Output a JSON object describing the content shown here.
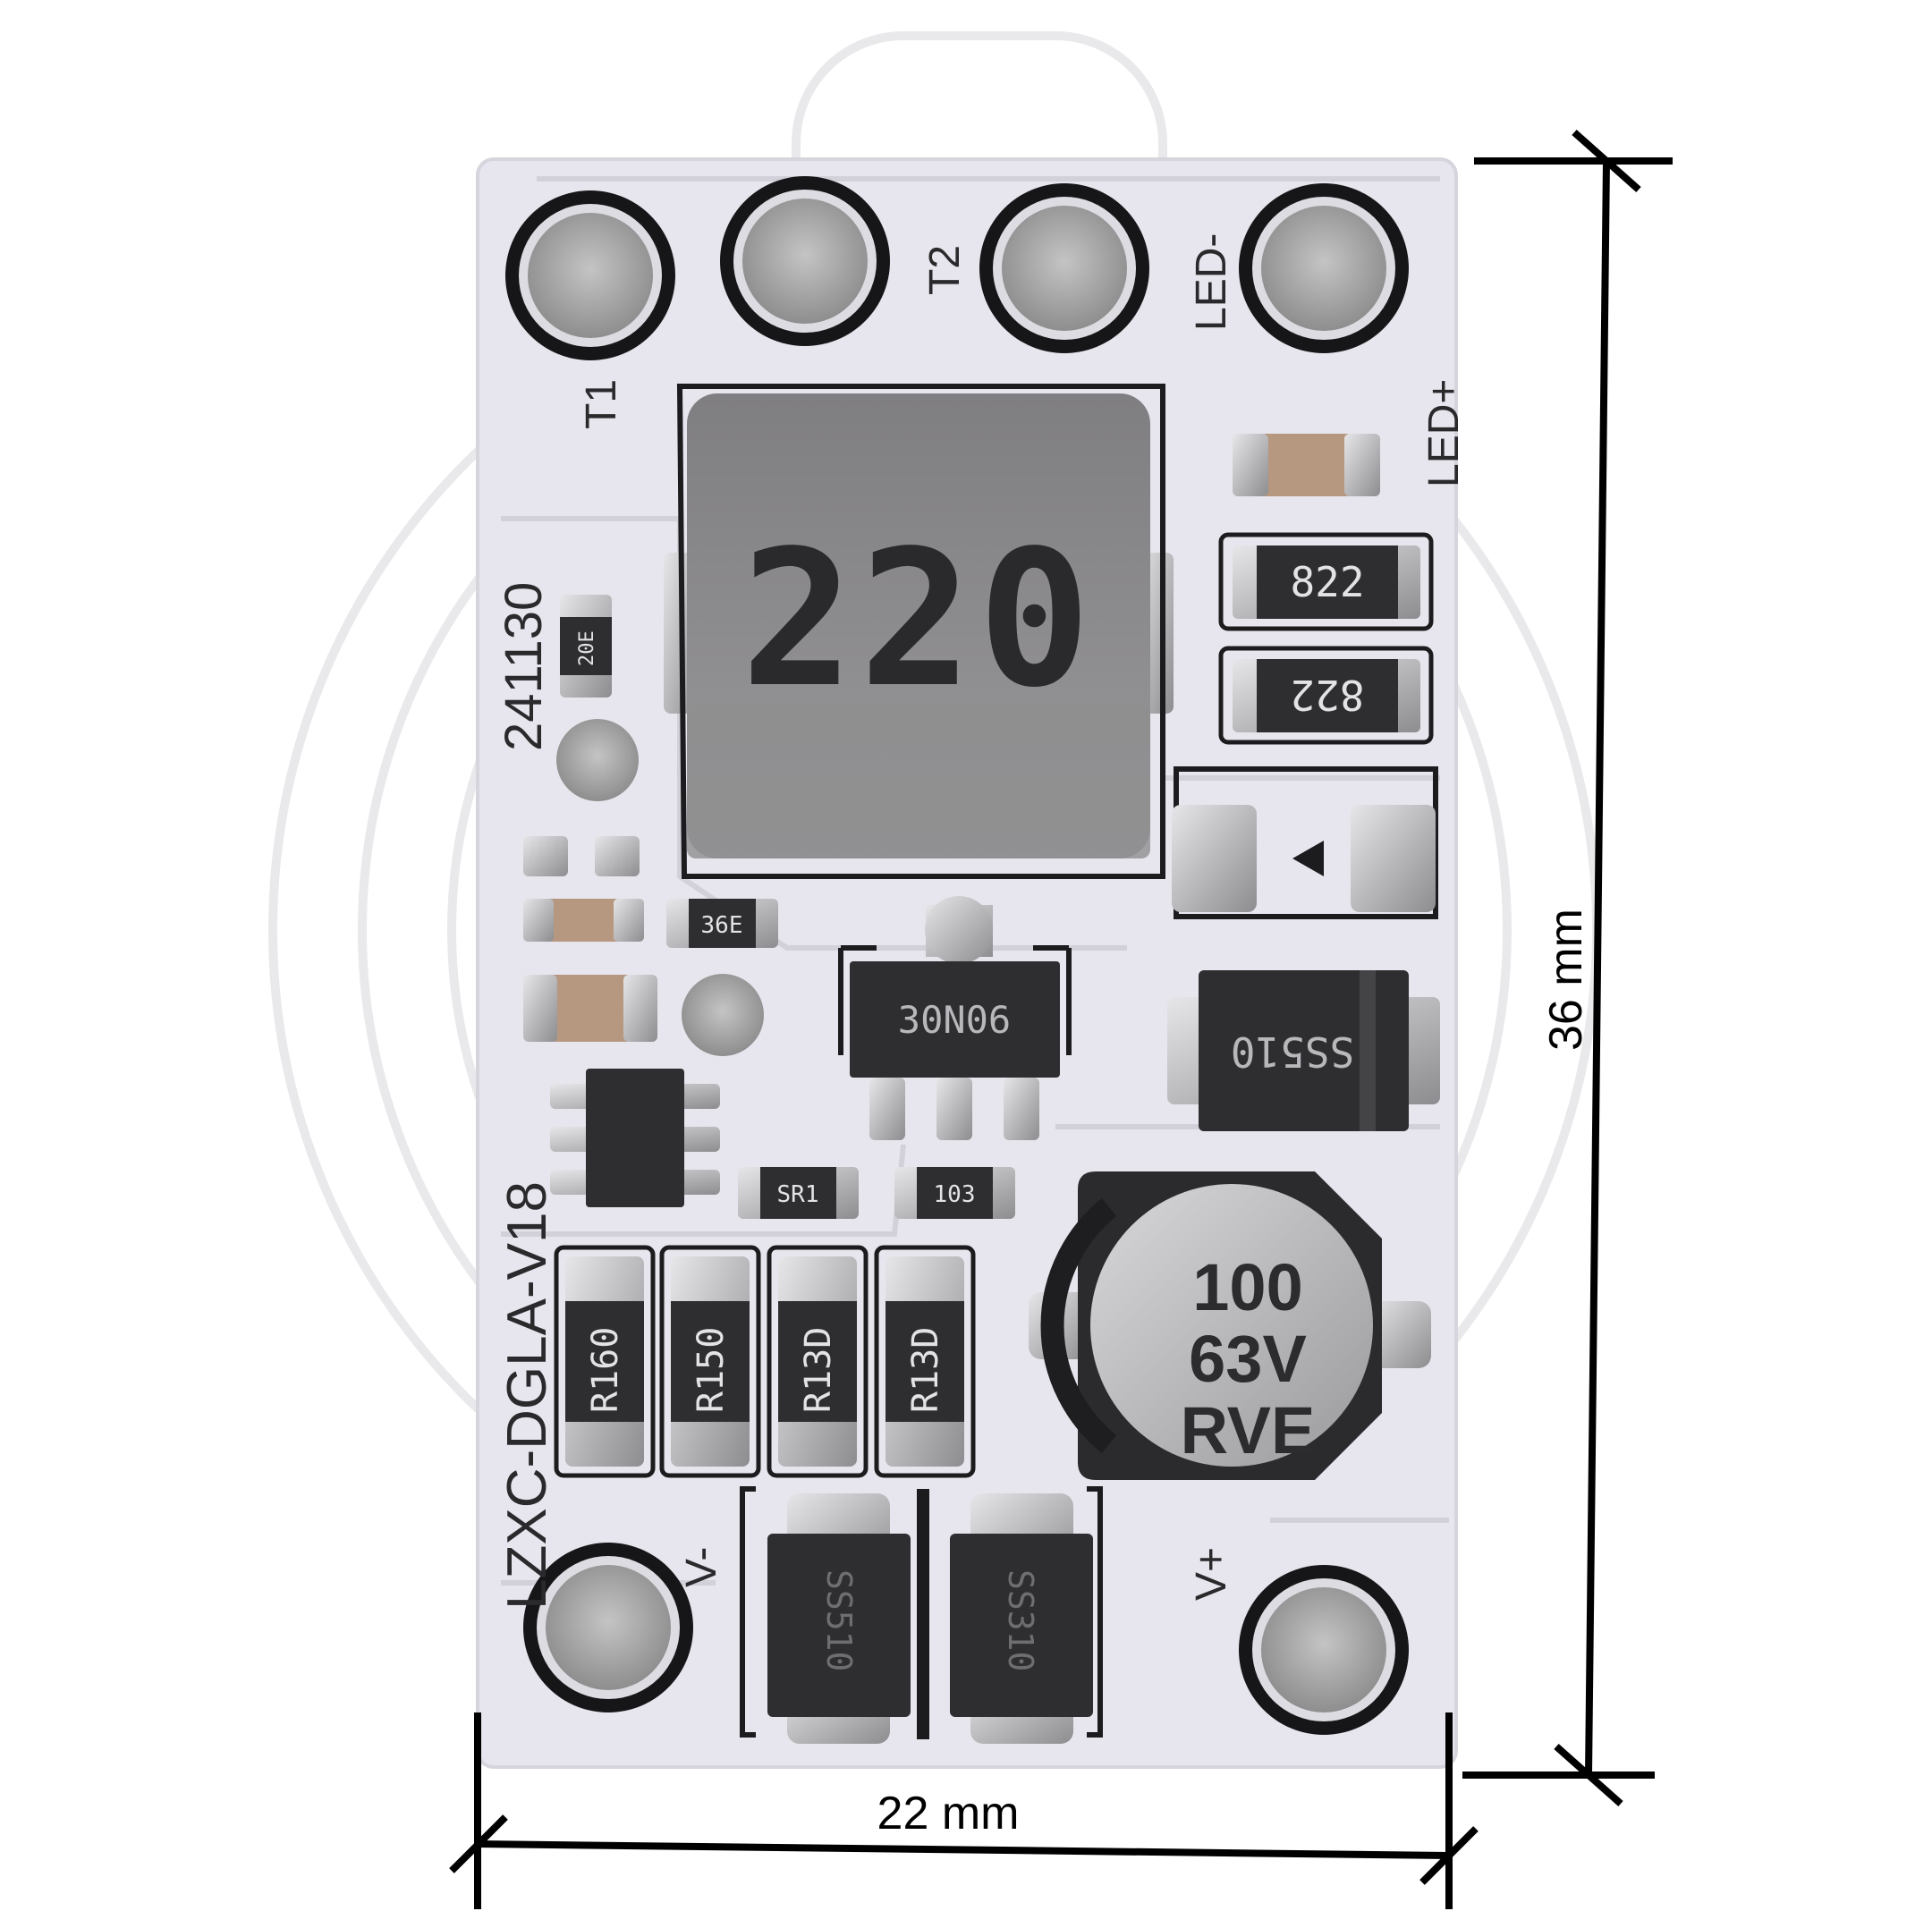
{
  "board": {
    "silkscreen": {
      "pad_t1": "T1",
      "pad_t2": "T2",
      "pad_led_minus": "LED-",
      "pad_led_plus": "LED+",
      "pad_v_minus": "V-",
      "pad_v_plus": "V+",
      "date_code": "241130",
      "model": "LZXC-DGLA-V18"
    },
    "components": {
      "inductor_marking": "220",
      "resistor_top_1": "822",
      "resistor_top_2": "822",
      "resistor_small_left": "20E",
      "resistor_small_mid": "36E",
      "resistor_sr1": "SR1",
      "resistor_sense_1": "R160",
      "resistor_sense_2": "R150",
      "resistor_sense_3": "R13D",
      "resistor_sense_4": "R13D",
      "resistor_103": "103",
      "mosfet_marking": "30N06",
      "diode_right": "SS510",
      "diode_bottom_left": "SS510",
      "diode_bottom_right": "SS310",
      "capacitor_value": "100",
      "capacitor_voltage": "63V",
      "capacitor_series": "RVE"
    }
  },
  "dimensions": {
    "width_label": "22 mm",
    "height_label": "36 mm"
  },
  "colors": {
    "board": "#e7e6ee",
    "pad_ring": "#161618",
    "pad_center": "#a8a8a8",
    "component_body": "#2e2e30",
    "inductor_body": "#8c8b8d",
    "ceramic_cap": "#b6977f",
    "dimension_line": "#000000"
  }
}
